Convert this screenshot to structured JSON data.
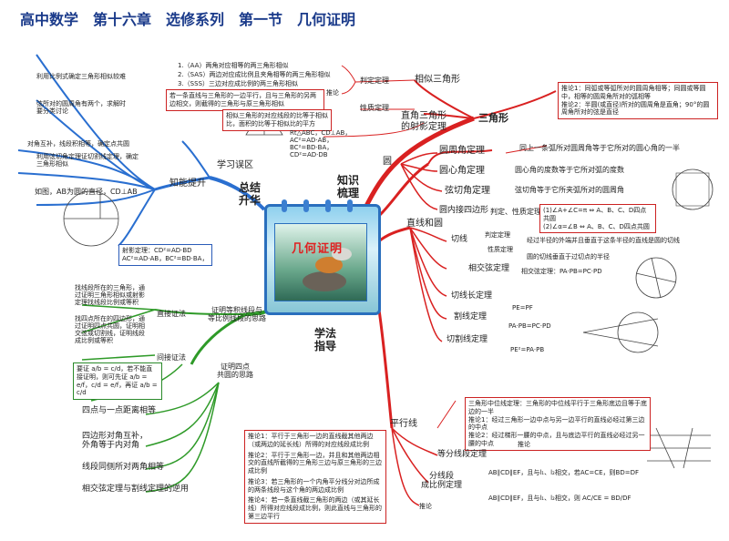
{
  "title": "高中数学　第十六章　选修系列　第一节　几何证明",
  "hub": {
    "title": "几何证明"
  },
  "branches": {
    "summary": "总结\n升华",
    "knowledge": "知识\n梳理",
    "method": "学法\n指导",
    "review": "学习误区",
    "ability": "知能提升"
  },
  "similar": {
    "label": "相似三角形",
    "judge_label": "判定定理",
    "judge_items": [
      "1.（AA）两角对应相等的两三角形相似",
      "2.（SAS）两边对应成比例且夹角相等的两三角形相似",
      "3.（SSS）三边对应成比例的两三角形相似"
    ],
    "infer_label": "推论",
    "infer_text": "若一条直线与三角形的一边平行，且与三角形的另两边相交，则截得的三角形与原三角形相似",
    "property_label": "性质定理"
  },
  "right_tri": {
    "label": "直角三角形\n的射影定理",
    "text": "相似三角形的对应线段的比等于相似比，面积的比等于相似比的平方",
    "formula": "Rt△ABC，CD⊥AB，AC²=AD·AB，BC²=BD·BA，CD²=AD·DB"
  },
  "triangle": {
    "label": "三角形"
  },
  "circle": {
    "label": "圆",
    "inscribed_label": "圆周角定理",
    "inscribed_text": "同上一条弧所对圆周角等于它所对的圆心角的一半",
    "central_label": "圆心角定理",
    "central_text": "圆心角的度数等于它所对弧的度数",
    "tangent_chord_label": "弦切角定理",
    "tangent_chord_text": "弦切角等于它所夹弧所对的圆周角",
    "cyclic_label": "圆内接四边形",
    "cyclic_judge_label": "判定、性质定理",
    "cyclic_items": [
      "(1)∠A+∠C=π ⇔ A、B、C、D四点共圆",
      "(2)∠α=∠B ⇔ A、B、C、D四点共圆"
    ],
    "inferences": [
      "推论1：同弧或等弧所对的圆周角相等；同圆或等圆中，相等的圆周角所对的弧相等",
      "推论2：半圆(或直径)所对的圆周角是直角；90°的圆周角所对的弦是直径"
    ]
  },
  "line_circle": {
    "label": "直线和圆",
    "tangent_label": "切线",
    "judge_label": "判定定理",
    "judge_text": "经过半径的外端并且垂直于这条半径的直线是圆的切线",
    "prop_label": "性质定理",
    "prop_text": "圆的切线垂直于过切点的半径",
    "intersect_label": "相交弦定理",
    "intersect_text": "相交弦定理：PA·PB=PC·PD",
    "tangent_len_label": "切线长定理",
    "tangent_len_text": "PE=PF",
    "secant_label": "割线定理",
    "secant_text": "PA·PB=PC·PD",
    "tsecant_label": "切割线定理",
    "tsecant_text": "PE²=PA·PB"
  },
  "parallel": {
    "label": "平行线",
    "mid_text": "三角形中位线定理：三角形的中位线平行于三角形底边且等于底边的一半",
    "mid_inf1": "推论1：经过三角形一边中点与另一边平行的直线必经过第三边的中点",
    "mid_inf2": "推论2：经过梯形一腰的中点，且与底边平行的直线必经过另一腰的中点",
    "equal_label": "等分线段定理",
    "equal_inf_label": "推论",
    "equal_text": "AB∥CD∥EF，且与l₁、l₂相交，若AC=CE，则BD=DF",
    "prop_label": "分线段\n成比例定理",
    "prop_inf_label": "推论",
    "prop_text": "AB∥CD∥EF，且与l₁、l₂相交，则 AC/CE = BD/DF",
    "notes": [
      "推论1：平行于三角形一边的直线截其他两边（或两边的延长线）所得的对应线段成比例",
      "推论2：平行于三角形一边，并且和其他两边相交的直线所截得的三角形三边与原三角形的三边成比例",
      "推论3：若三角形的一个内角平分线分对边所成的两条线段与这个角的两边成比例",
      "推论4：若一条直线截三角形的两边（或其延长线）所得对应线段成比例，则此直线与三角形的第三边平行"
    ]
  },
  "review": {
    "item1": "利用比例式确定三角形相似较难",
    "item2": "弦所对的圆周角有两个，求解时要分类讨论",
    "item3": "对角互补，线段积相等，确定点共圆",
    "item4": "利用弦切角定理证切割线定理，确定三角形相似",
    "example_text": "如图，AB为圆的直径，CD⊥AB",
    "example_formula": "射影定理：CD²=AD·BD  AC²=AD·AB，BC²=BD·BA，"
  },
  "method": {
    "ratio_label": "证明等积线段与\n等比例线段的思路",
    "direct_label": "直接证法",
    "direct1": "找线段所在的三角形，通过证明三角形相似或射影定理找线段比例或等积",
    "direct2": "找四点所在的四边形，通过证明四点共圆，证明相交弦或切割线，证明线段成比例或等积",
    "indirect_label": "间接证法",
    "indirect_text": "要证 a/b = c/d，若不能直接证明，则可先证 a/b = e/f，c/d = e/f，再证 a/b = c/d",
    "concyclic_label": "证明四点\n共圆的思路",
    "items": [
      "四点与一点距离相等",
      "四边形对角互补，\n外角等于内对角",
      "线段同侧所对两角相等",
      "相交弦定理与割线定理的逆用"
    ]
  },
  "colors": {
    "red": "#d92121",
    "blue": "#2a6fd0",
    "green": "#2e9a28"
  }
}
